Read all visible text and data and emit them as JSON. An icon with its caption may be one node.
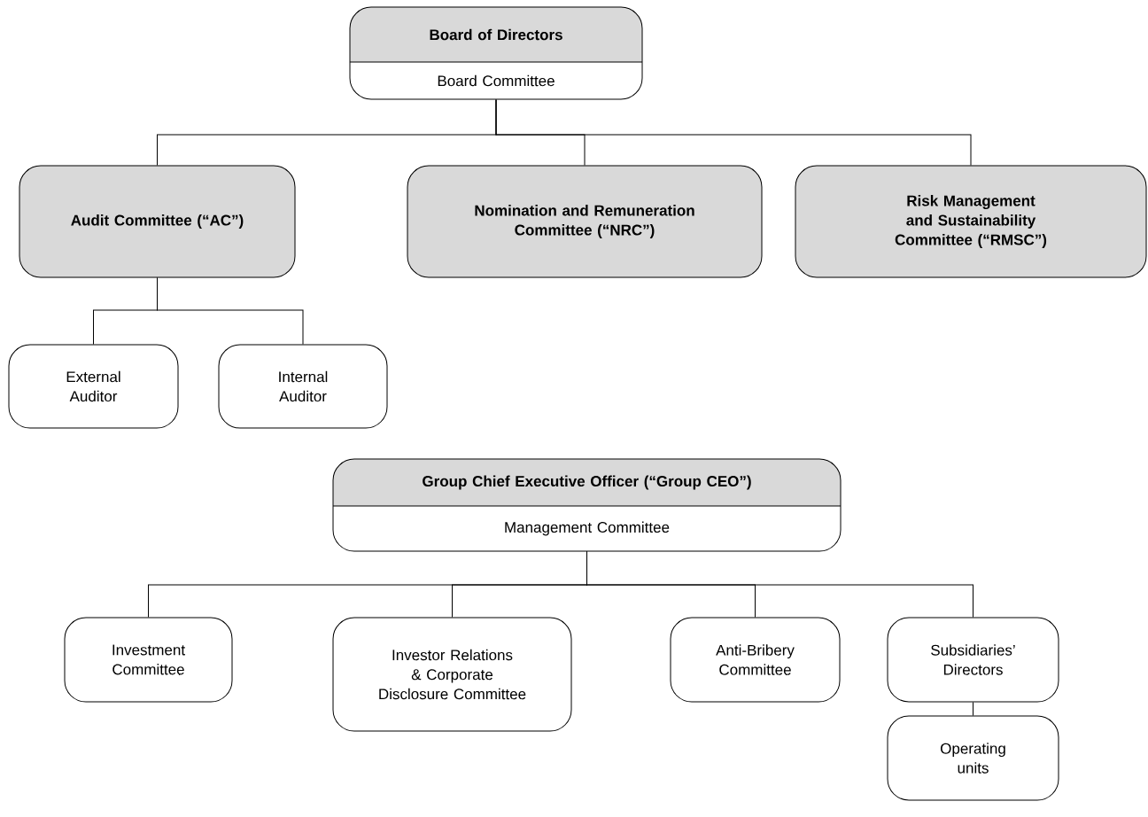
{
  "diagram": {
    "nodes": [
      {
        "text": [
          "Board of Directors",
          "Board Committee"
        ]
      },
      {
        "text": [
          "Audit Committee (“AC”)"
        ]
      },
      {
        "text": [
          "Nomination and Remuneration Committee (“NRC”)"
        ]
      },
      {
        "text": [
          "Risk Management and Sustainability Committee (“RMSC”)"
        ]
      },
      {
        "text": [
          "External Auditor"
        ]
      },
      {
        "text": [
          "Internal Auditor"
        ]
      },
      {
        "text": [
          "Group Chief Executive Officer (“Group CEO”)",
          "Management Committee"
        ]
      },
      {
        "text": [
          "Investment Committee"
        ]
      },
      {
        "text": [
          "Investor Relations & Corporate Disclosure Committee"
        ]
      },
      {
        "text": [
          "Anti-Bribery Committee"
        ]
      },
      {
        "text": [
          "Subsidiaries’ Directors"
        ]
      },
      {
        "text": [
          "Operating units"
        ]
      }
    ],
    "edges": [
      {
        "from": 0,
        "to": 1,
        "arrow": "none"
      },
      {
        "from": 0,
        "to": 2,
        "arrow": "none"
      },
      {
        "from": 0,
        "to": 3,
        "arrow": "none"
      },
      {
        "from": 1,
        "to": 4,
        "arrow": "none"
      },
      {
        "from": 1,
        "to": 5,
        "arrow": "none"
      },
      {
        "from": 6,
        "to": 7,
        "arrow": "none"
      },
      {
        "from": 6,
        "to": 8,
        "arrow": "none"
      },
      {
        "from": 6,
        "to": 9,
        "arrow": "none"
      },
      {
        "from": 6,
        "to": 10,
        "arrow": "none"
      },
      {
        "from": 10,
        "to": 11,
        "arrow": "none"
      }
    ]
  }
}
